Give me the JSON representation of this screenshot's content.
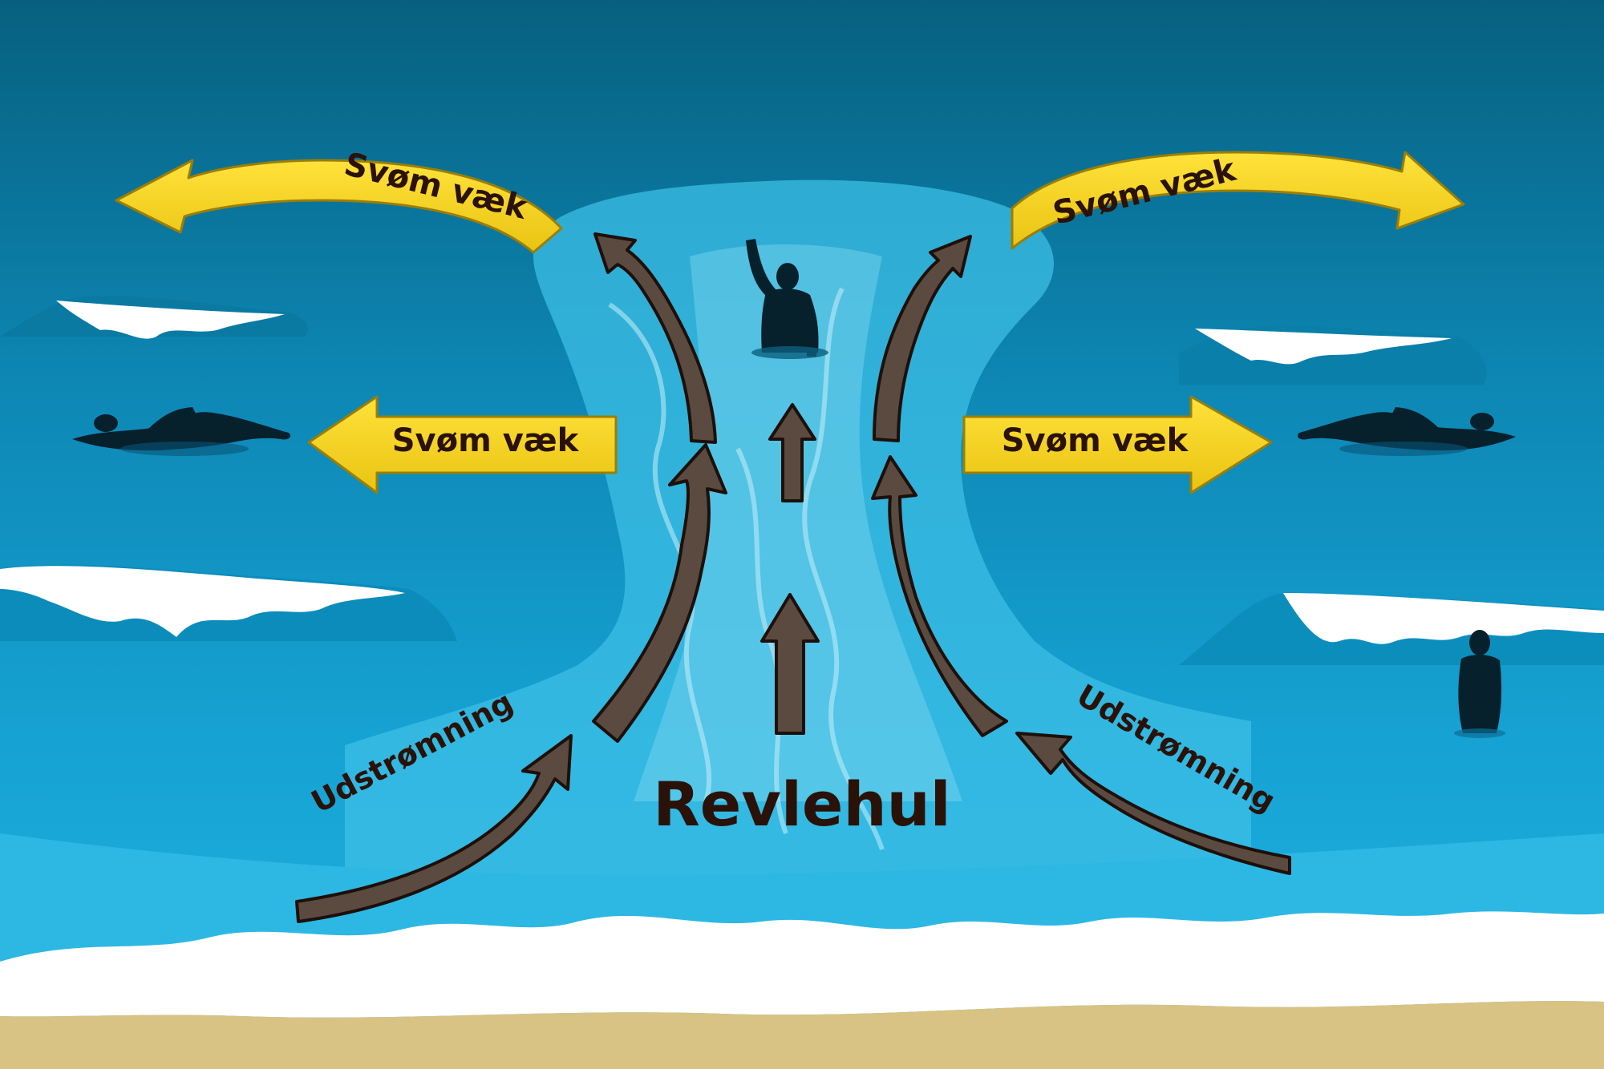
{
  "diagram": {
    "title": "Revlehul",
    "labels": {
      "swim_away": "Svøm væk",
      "outflow": "Udstrømning"
    },
    "colors": {
      "deep_sea": "#0b6a92",
      "shallow_sea": "#18a6d6",
      "rip_channel": "#5cc8e8",
      "foam": "#ffffff",
      "sand": "#d8c384",
      "current_arrow": "#5b4a40",
      "swim_arrow": "#f3d21f",
      "swimmer": "#06202c"
    },
    "icons": {
      "current_arrow": "current-arrow",
      "swim_away_arrow": "swim-away-arrow",
      "swimmer": "swimmer-silhouette",
      "waving_person": "waving-person-silhouette",
      "standing_person": "standing-person-silhouette",
      "breaking_wave": "breaking-wave"
    }
  }
}
